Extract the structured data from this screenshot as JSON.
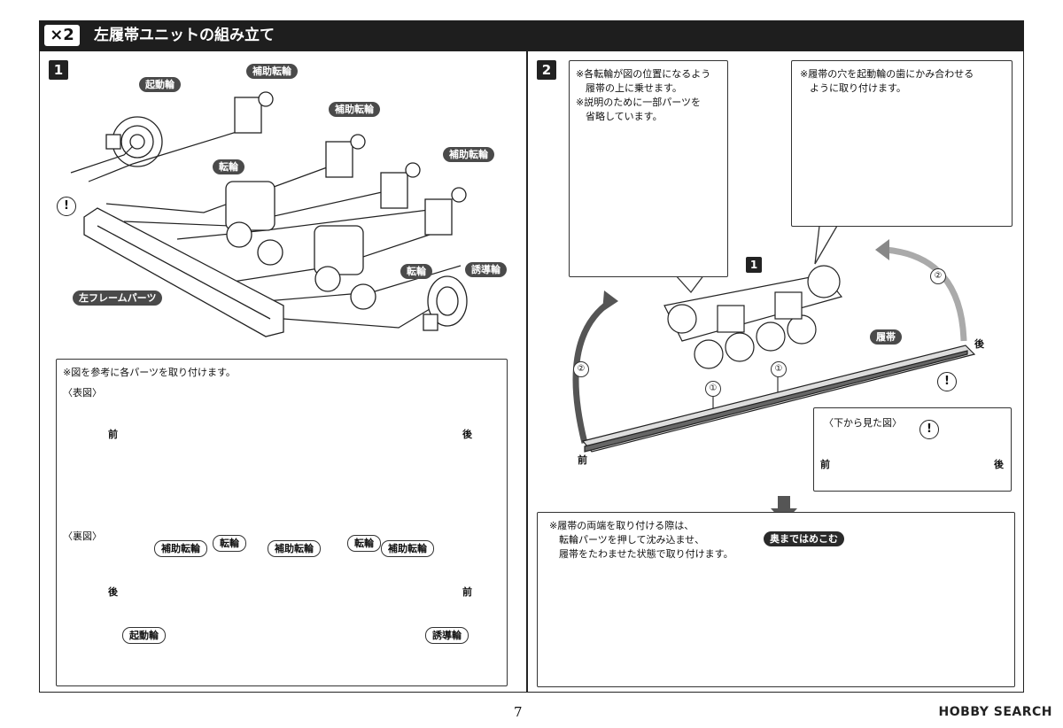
{
  "header": {
    "multiplier": "×2",
    "title": "左履帯ユニットの組み立て"
  },
  "step1": {
    "number": "1",
    "labels": {
      "kidorin": "起動輪",
      "hojo1": "補助転輪",
      "hojo2": "補助転輪",
      "hojo3": "補助転輪",
      "tenrin1": "転輪",
      "tenrin2": "転輪",
      "yudorin": "誘導輪",
      "frame": "左フレームパーツ"
    },
    "warn": "!",
    "ref_box": {
      "note": "※図を参考に各パーツを取り付けます。",
      "front_view": "〈表図〉",
      "back_view": "〈裏図〉",
      "mae": "前",
      "ato": "後",
      "back_labels": {
        "hojo_a": "補助転輪",
        "tenrin_a": "転輪",
        "hojo_b": "補助転輪",
        "tenrin_b": "転輪",
        "hojo_c": "補助転輪",
        "kidorin": "起動輪",
        "yudorin": "誘導輪",
        "ato": "後",
        "mae": "前"
      }
    }
  },
  "step2": {
    "number": "2",
    "callout_left": "※各転輪が図の位置になるよう\n　履帯の上に乗せます。\n※説明のために一部パーツを\n　省略しています。",
    "callout_right": "※履帯の穴を起動輪の歯にかみ合わせる\n　ように取り付けます。",
    "sub_step": "1",
    "track_label": "履帯",
    "mark1": "①",
    "mark2": "②",
    "ato": "後",
    "mae": "前",
    "warn": "!",
    "bottom_view": {
      "title": "〈下から見た図〉",
      "mae": "前",
      "ato": "後"
    },
    "install_note": "※履帯の両端を取り付ける際は、\n　転輪パーツを押して沈み込ませ、\n　履帯をたわませた状態で取り付けます。",
    "push_label": "奥まではめこむ"
  },
  "footer": {
    "page": "7",
    "watermark": "HOBBY SEARCH"
  }
}
